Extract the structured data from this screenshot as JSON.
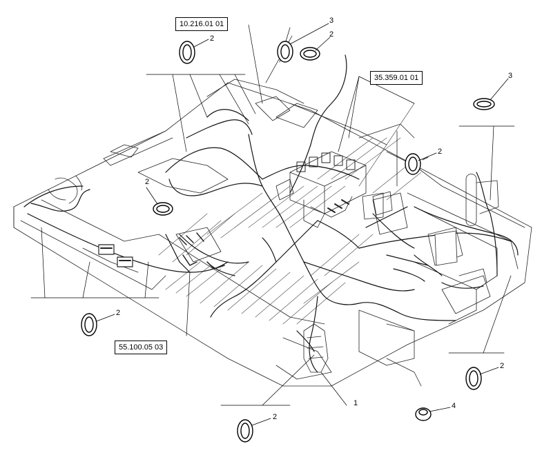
{
  "references": {
    "ref_top": "10.216.01 01",
    "ref_right": "35.359.01 01",
    "ref_bottom": "55.100.05 03"
  },
  "callouts": {
    "c1": "1",
    "c2": "2",
    "c3": "3",
    "c4": "4"
  },
  "colors": {
    "line": "#000000",
    "fill": "#ffffff",
    "hatch": "#555555"
  }
}
